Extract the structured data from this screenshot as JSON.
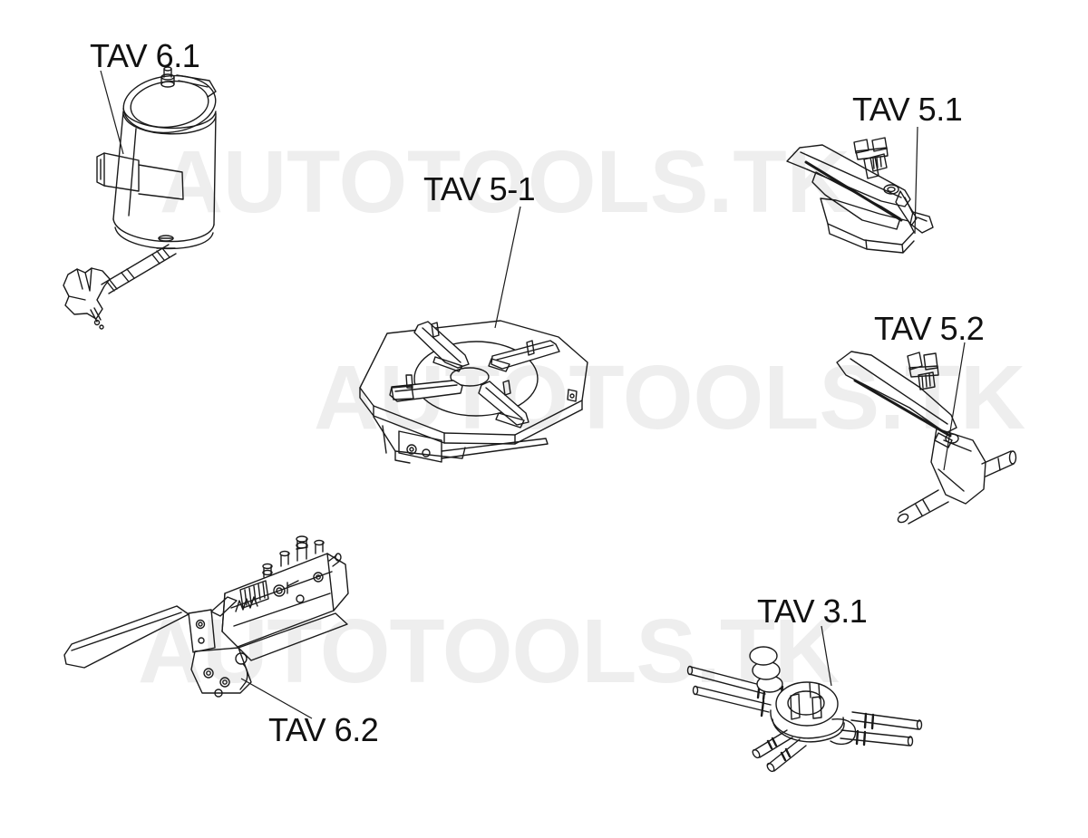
{
  "page": {
    "background_color": "#ffffff",
    "line_color": "#1a1a1a",
    "label_color": "#111111",
    "watermark_color": "#eeeeee"
  },
  "watermark": {
    "text": "AUTOTOOLS.TK",
    "rows": [
      {
        "text": "AUTOTOOLS.TK"
      },
      {
        "text": "AUTOTOOLS.TK"
      },
      {
        "text": "AUTOTOOLS.TK"
      }
    ]
  },
  "parts": [
    {
      "label": "TAV 6.1",
      "drawing": "air-reservoir-tank"
    },
    {
      "label": "TAV 5-1",
      "drawing": "clamping-turntable"
    },
    {
      "label": "TAV 5.1",
      "drawing": "clamp-jaw-slide"
    },
    {
      "label": "TAV 5.2",
      "drawing": "clamp-arm-with-shaft"
    },
    {
      "label": "TAV 6.2",
      "drawing": "pedal-control-valve"
    },
    {
      "label": "TAV 3.1",
      "drawing": "rotary-hose-coupling"
    }
  ]
}
